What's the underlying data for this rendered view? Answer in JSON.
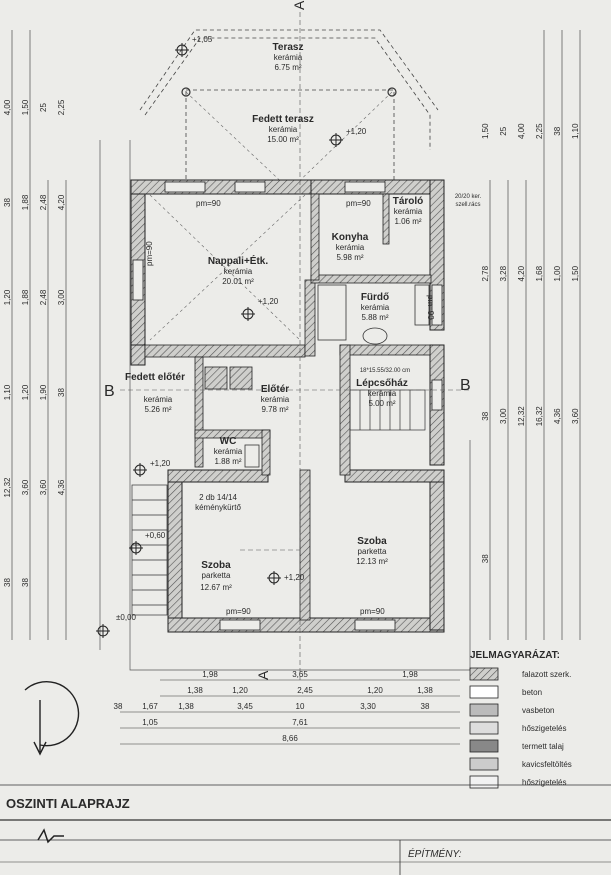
{
  "rooms": {
    "terasz": {
      "name": "Terasz",
      "floor": "kerámia",
      "area": "6.75 m²"
    },
    "fedett_terasz": {
      "name": "Fedett terasz",
      "floor": "kerámia",
      "area": "15.00 m²"
    },
    "nappali": {
      "name": "Nappali+Étk.",
      "floor": "kerámia",
      "area": "20.01 m²"
    },
    "konyha": {
      "name": "Konyha",
      "floor": "kerámia",
      "area": "5.98 m²"
    },
    "tarolo": {
      "name": "Tároló",
      "floor": "kerámia",
      "area": "1.06 m²"
    },
    "furdo": {
      "name": "Fürdő",
      "floor": "kerámia",
      "area": "5.88 m²"
    },
    "fedett_eloter": {
      "name": "Fedett előtér",
      "floor": "kerámia",
      "area": "5.26 m²"
    },
    "eloter": {
      "name": "Előtér",
      "floor": "kerámia",
      "area": "9.78 m²"
    },
    "lepcsohaz": {
      "name": "Lépcsőház",
      "floor": "kerámia",
      "area": "5.00 m²"
    },
    "wc": {
      "name": "WC",
      "floor": "kerámia",
      "area": "1.88 m²"
    },
    "szoba1": {
      "name": "Szoba",
      "floor": "parketta",
      "area": "12.67 m²"
    },
    "szoba2": {
      "name": "Szoba",
      "floor": "parketta",
      "area": "12.13 m²"
    }
  },
  "notes": {
    "kemeny": "2 db 14/14",
    "kemeny2": "kéménykürtő",
    "lepcso": "18*15.55/32.00 cm",
    "szellozo": "20/20 ker.",
    "szellozo2": "szell.rács"
  },
  "levels": {
    "l1": "+1,05",
    "l2": "+1,20",
    "l3": "+1,20",
    "l4": "+1,20",
    "l5": "+1,20",
    "l6": "+0,60",
    "l7": "±0,00"
  },
  "section_marks": {
    "a_top": "A",
    "a_bottom": "A",
    "b_left": "B",
    "b_right": "B"
  },
  "window_labels": {
    "pm90a": "pm=90",
    "pm90b": "pm=90",
    "pm90c": "pm=90",
    "pm90d": "pm=90",
    "pm90e": "pm=90",
    "pm90f": "pm=90"
  },
  "dims_bottom": {
    "row1": [
      "1,98",
      "3,65",
      "1,98"
    ],
    "row2": [
      "1,38",
      "1,20",
      "2,45",
      "1,20",
      "1,38"
    ],
    "row3": [
      "38",
      "1,67",
      "1,38",
      "3,45",
      "10",
      "3,30",
      "38"
    ],
    "row4a": "1,05",
    "row4b": "7,61",
    "row5": "8,66"
  },
  "dims_left": [
    "4,00",
    "1,50",
    "25",
    "2,25",
    "38",
    "1,88",
    "2,48",
    "4,20",
    "1,20",
    "1,88",
    "2,48",
    "3,00",
    "1,10",
    "1,20",
    "1,90",
    "38",
    "12,32",
    "3,60",
    "3,60",
    "4,36",
    "38",
    "38"
  ],
  "dims_right": [
    "1,50",
    "25",
    "4,00",
    "2,25",
    "38",
    "1,10",
    "2,78",
    "3,28",
    "4,20",
    "1,68",
    "1,00",
    "1,50",
    "38",
    "3,00",
    "12,32",
    "16,32",
    "4,36",
    "3,60",
    "38"
  ],
  "legend": {
    "title": "JELMAGYARÁZAT:",
    "items": [
      "falazott szerk.",
      "beton",
      "vasbeton",
      "hőszigetelés",
      "termett talaj",
      "kavicsfeltöltés",
      "hőszigetelés"
    ]
  },
  "floorplan_title": "OSZINTI ALAPRAJZ",
  "epitmeny_label": "ÉPÍTMÉNY:"
}
